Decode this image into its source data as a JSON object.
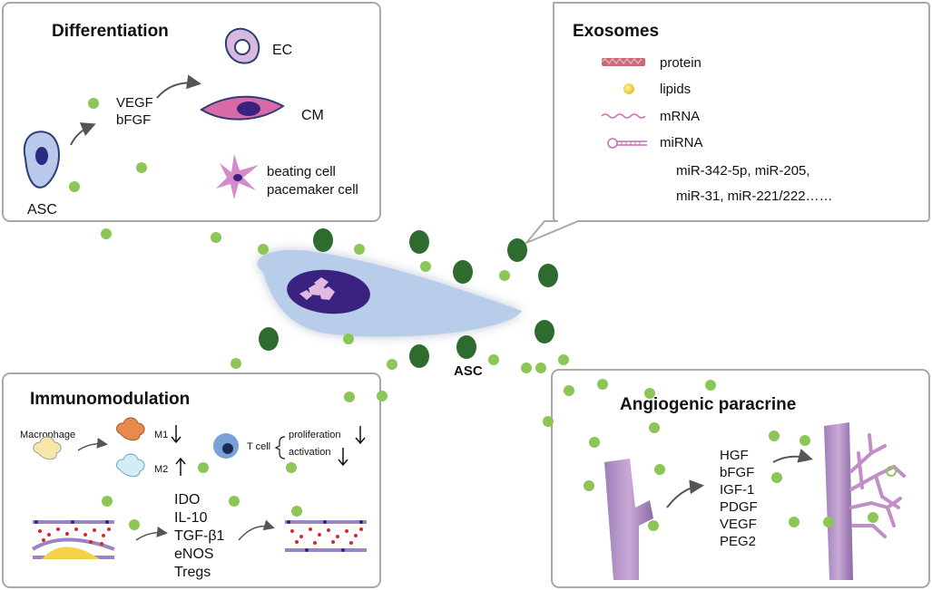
{
  "center_cell": {
    "label": "ASC"
  },
  "differentiation": {
    "title": "Differentiation",
    "source_label": "ASC",
    "factors": [
      "VEGF",
      "bFGF"
    ],
    "ec_label": "EC",
    "cm_label": "CM",
    "beating_label": "beating cell",
    "pacemaker_label": "pacemaker cell"
  },
  "exosomes": {
    "title": "Exosomes",
    "items": [
      "protein",
      "lipids",
      "mRNA",
      "miRNA"
    ],
    "mirna_line1": "miR-342-5p, miR-205,",
    "mirna_line2": "miR-31, miR-221/222……"
  },
  "immunomodulation": {
    "title": "Immunomodulation",
    "macrophage_label": "Macrophage",
    "m1_label": "M1",
    "m2_label": "M2",
    "tcell_label": "T cell",
    "proliferation_label": "proliferation",
    "activation_label": "activation",
    "factors": [
      "IDO",
      "IL-10",
      "TGF-β1",
      "eNOS",
      "Tregs"
    ]
  },
  "angiogenic": {
    "title": "Angiogenic paracrine",
    "factors": [
      "HGF",
      "bFGF",
      "IGF-1",
      "PDGF",
      "VEGF",
      "PEG2"
    ]
  },
  "colors": {
    "panel_border": "#a9a9a9",
    "dark_vesicle": "#2e6b2e",
    "light_vesicle": "#8cc657",
    "cell_body": "#b7cdea",
    "nucleus": "#3a2380"
  }
}
